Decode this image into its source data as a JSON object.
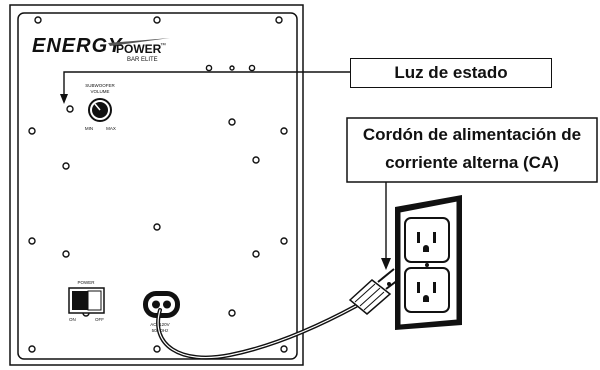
{
  "brand": {
    "logo_text": "ENERGY",
    "power_text": "POWER",
    "sub_text": "BAR ELITE",
    "trademark": "™"
  },
  "panel": {
    "volume_label_line1": "SUBWOOFER",
    "volume_label_line2": "VOLUME",
    "volume_min": "MIN",
    "volume_max": "MAX",
    "power_label": "POWER",
    "power_on": "ON",
    "power_off": "OFF",
    "ac_label_line1": "AC~120V",
    "ac_label_line2": "50/60Hz"
  },
  "callouts": {
    "status_light": "Luz de estado",
    "power_cord_line1": "Cordón de alimentación de",
    "power_cord_line2": "corriente alterna (CA)"
  }
}
